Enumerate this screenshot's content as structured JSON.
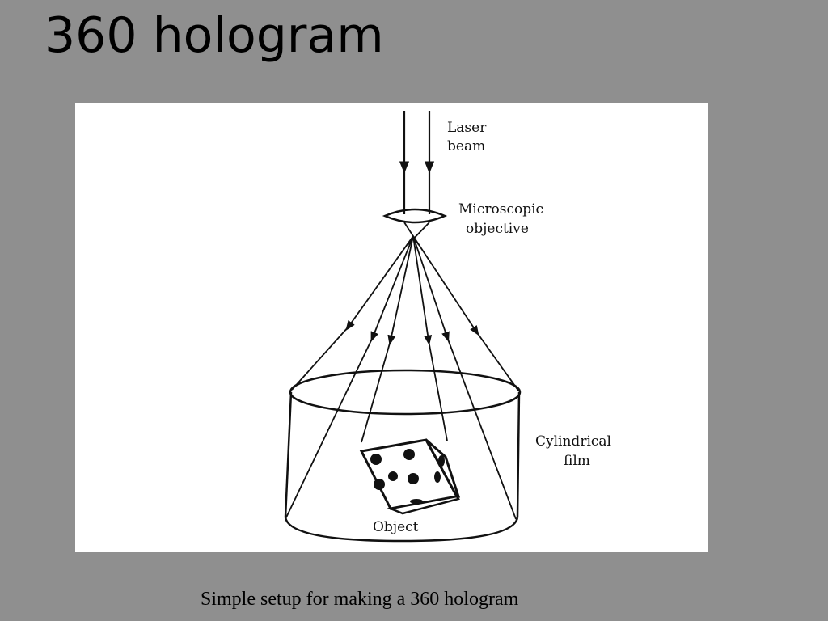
{
  "slide": {
    "title": "360 hologram",
    "caption": "Simple setup for making a 360 hologram"
  },
  "diagram": {
    "labels": {
      "laser_line1": "Laser",
      "laser_line2": "beam",
      "objective_line1": "Microscopic",
      "objective_line2": "objective",
      "film_line1": "Cylindrical",
      "film_line2": "film",
      "object": "Object"
    }
  },
  "colors": {
    "background": "#8f8f8f",
    "panel": "#ffffff",
    "ink": "#111111"
  }
}
